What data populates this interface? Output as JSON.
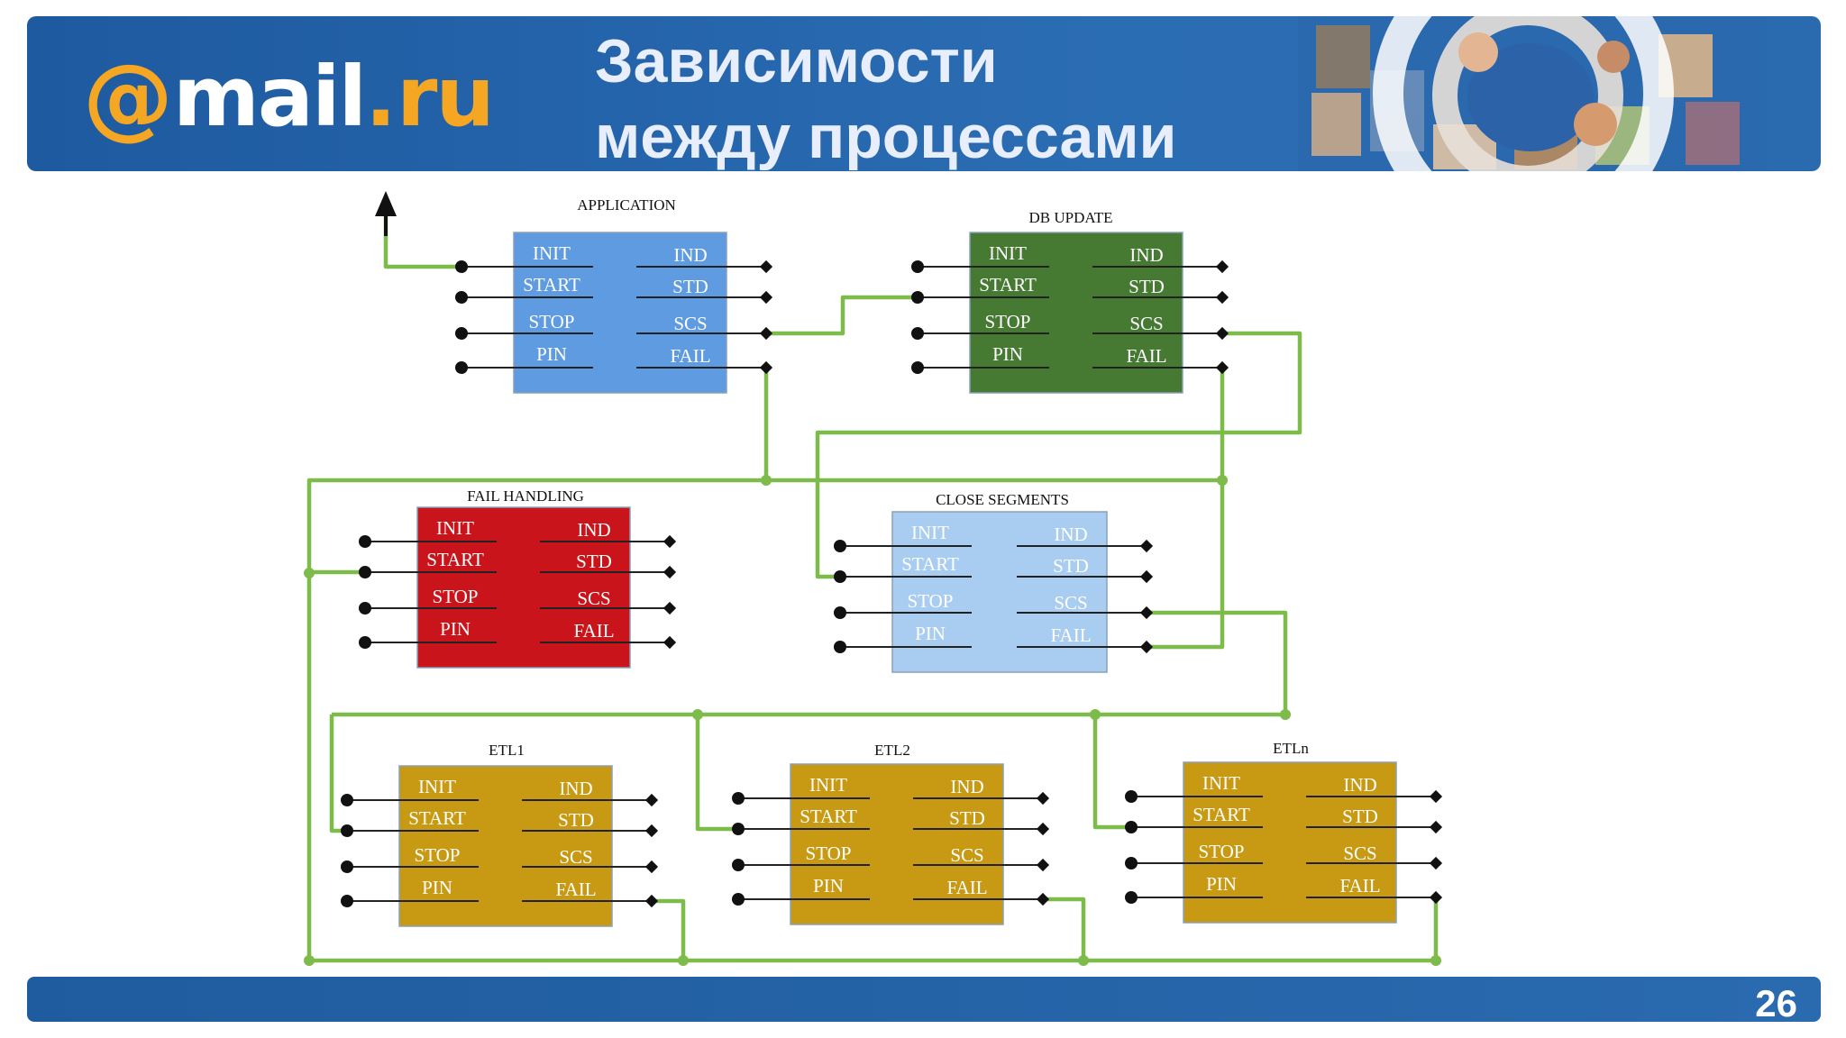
{
  "header": {
    "logo": {
      "at": "@",
      "mail": "mail",
      "dot": ".",
      "ru": "ru"
    },
    "title_line1": "Зависимости",
    "title_line2": "между процессами"
  },
  "footer": {
    "page_number": "26"
  },
  "colors": {
    "header_blue": "#2666ad",
    "application": "#5e9be0",
    "db_update": "#467a33",
    "fail_handling": "#c8141a",
    "close_segments": "#a9cdf0",
    "etl": "#c89a13",
    "wire": "#7dbb4a"
  },
  "diagram": {
    "boxes": [
      {
        "id": "application",
        "title": "APPLICATION",
        "inputs": [
          "INIT",
          "START",
          "STOP",
          "PIN"
        ],
        "outputs": [
          "IND",
          "STD",
          "SCS",
          "FAIL"
        ]
      },
      {
        "id": "db-update",
        "title": "DB UPDATE",
        "inputs": [
          "INIT",
          "START",
          "STOP",
          "PIN"
        ],
        "outputs": [
          "IND",
          "STD",
          "SCS",
          "FAIL"
        ]
      },
      {
        "id": "fail-handling",
        "title": "FAIL HANDLING",
        "inputs": [
          "INIT",
          "START",
          "STOP",
          "PIN"
        ],
        "outputs": [
          "IND",
          "STD",
          "SCS",
          "FAIL"
        ]
      },
      {
        "id": "close-segments",
        "title": "CLOSE SEGMENTS",
        "inputs": [
          "INIT",
          "START",
          "STOP",
          "PIN"
        ],
        "outputs": [
          "IND",
          "STD",
          "SCS",
          "FAIL"
        ]
      },
      {
        "id": "etl1",
        "title": "ETL1",
        "inputs": [
          "INIT",
          "START",
          "STOP",
          "PIN"
        ],
        "outputs": [
          "IND",
          "STD",
          "SCS",
          "FAIL"
        ]
      },
      {
        "id": "etl2",
        "title": "ETL2",
        "inputs": [
          "INIT",
          "START",
          "STOP",
          "PIN"
        ],
        "outputs": [
          "IND",
          "STD",
          "SCS",
          "FAIL"
        ]
      },
      {
        "id": "etln",
        "title": "ETLn",
        "inputs": [
          "INIT",
          "START",
          "STOP",
          "PIN"
        ],
        "outputs": [
          "IND",
          "STD",
          "SCS",
          "FAIL"
        ]
      }
    ]
  }
}
